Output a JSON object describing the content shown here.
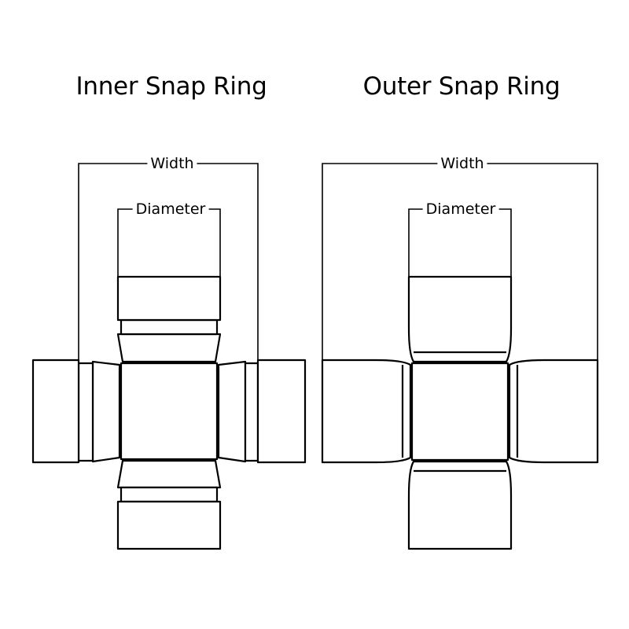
{
  "diagrams": [
    {
      "title": "Inner Snap Ring",
      "width_label": "Width",
      "diameter_label": "Diameter"
    },
    {
      "title": "Outer Snap Ring",
      "width_label": "Width",
      "diameter_label": "Diameter"
    }
  ],
  "colors": {
    "line": "#000000",
    "background": "#ffffff"
  }
}
